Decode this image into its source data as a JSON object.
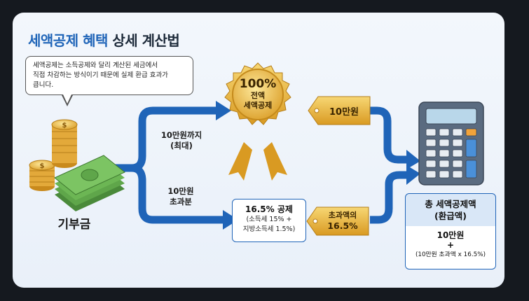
{
  "title": {
    "highlight": "세액공제 혜택",
    "rest": " 상세 계산법"
  },
  "bubble": {
    "line1": "세액공제는 소득공제와 달리 계산된 세금에서",
    "line2": "직접 차감하는 방식이기 때문에 실제 환급 효과가",
    "line3": "큽니다."
  },
  "donation": {
    "label": "기부금"
  },
  "upper_path": {
    "line1": "10만원까지",
    "line2": "(최대)"
  },
  "lower_path": {
    "line1": "10만원",
    "line2": "초과분"
  },
  "medal": {
    "pct": "100%",
    "line1": "전액",
    "line2": "세액공제"
  },
  "tag_upper": {
    "text": "10만원"
  },
  "tag_lower": {
    "line1": "초과액의",
    "line2": "16.5%"
  },
  "deduction_box": {
    "title": "16.5% 공제",
    "line1": "(소득세 15% +",
    "line2": "지방소득세 1.5%)"
  },
  "total": {
    "head1": "총 세액공제액",
    "head2": "(환급액)",
    "amount": "10만원",
    "plus": "+",
    "formula": "(10만원 초과액 x 16.5%)"
  },
  "colors": {
    "arrow": "#1f64b8",
    "gold": "#e8b43a",
    "accent": "#1f64b8"
  }
}
